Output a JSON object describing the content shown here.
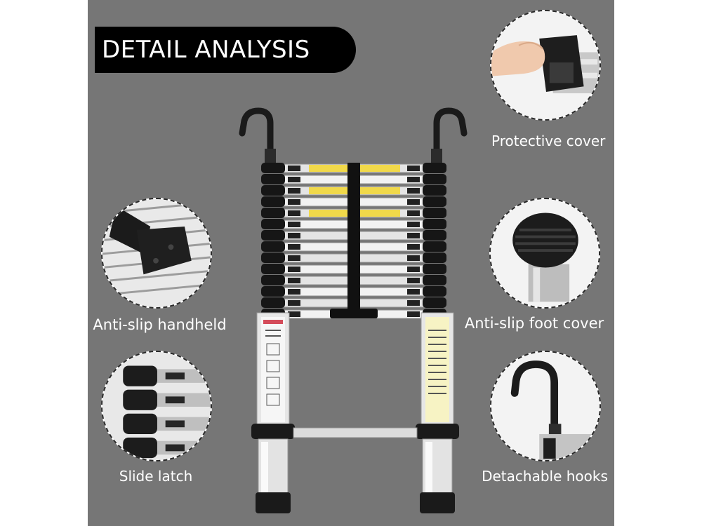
{
  "heading": "DETAIL ANALYSIS",
  "features": {
    "protective_cover": "Protective cover",
    "anti_slip_handheld": "Anti-slip handheld",
    "anti_slip_foot_cover": "Anti-slip foot cover",
    "slide_latch": "Slide latch",
    "detachable_hooks": "Detachable hooks"
  },
  "colors": {
    "background": "#767676",
    "accent": "#000000",
    "text": "#ffffff"
  },
  "icons": [
    "ladder-product-image",
    "protective-cover-closeup",
    "handheld-closeup",
    "foot-cover-closeup",
    "slide-latch-closeup",
    "hook-closeup"
  ]
}
